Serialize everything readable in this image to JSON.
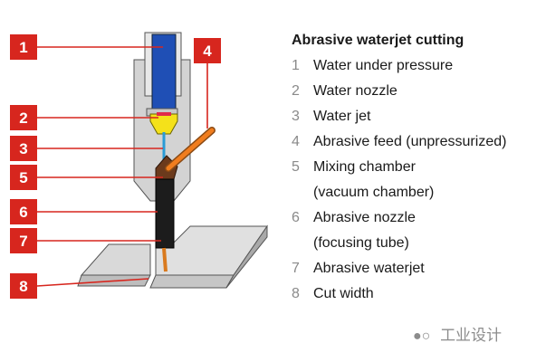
{
  "title": "Abrasive waterjet cutting",
  "callout_color": "#d7261e",
  "water_color": "#1f4fb5",
  "abrasive_color": "#f07d1e",
  "items": [
    {
      "num": "1",
      "lines": [
        "Water under pressure"
      ]
    },
    {
      "num": "2",
      "lines": [
        "Water nozzle"
      ]
    },
    {
      "num": "3",
      "lines": [
        "Water jet"
      ]
    },
    {
      "num": "4",
      "lines": [
        "Abrasive feed (unpressurized)"
      ]
    },
    {
      "num": "5",
      "lines": [
        "Mixing chamber",
        "(vacuum chamber)"
      ]
    },
    {
      "num": "6",
      "lines": [
        "Abrasive nozzle",
        "(focusing tube)"
      ]
    },
    {
      "num": "7",
      "lines": [
        "Abrasive waterjet"
      ]
    },
    {
      "num": "8",
      "lines": [
        "Cut width"
      ]
    }
  ],
  "watermark": {
    "icon": "wechat-icon",
    "text": "工业设计"
  }
}
